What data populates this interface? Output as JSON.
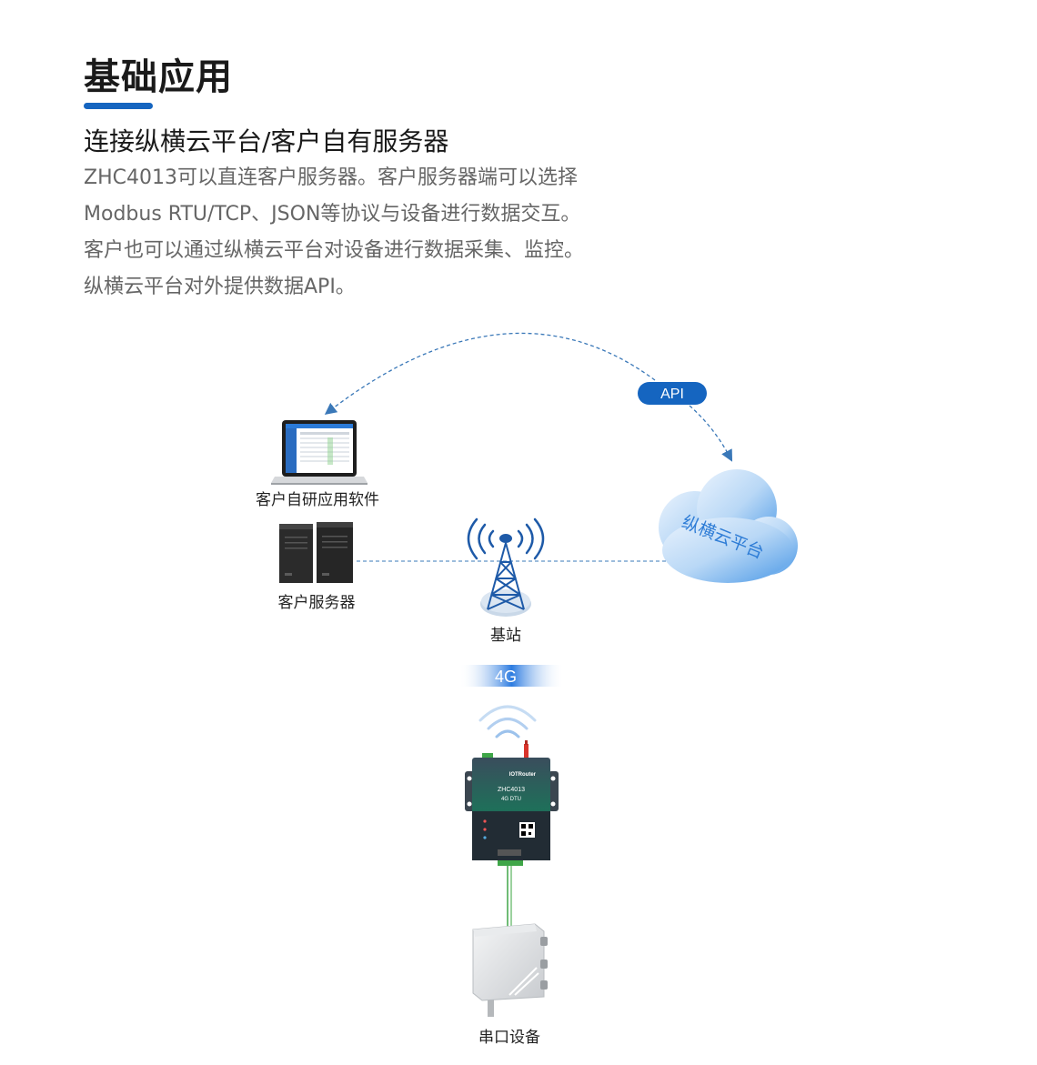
{
  "header": {
    "title": "基础应用",
    "subtitle": "连接纵横云平台/客户自有服务器",
    "description": [
      "ZHC4013可以直连客户服务器。客户服务器端可以选择",
      "Modbus RTU/TCP、JSON等协议与设备进行数据交互。",
      "客户也可以通过纵横云平台对设备进行数据采集、监控。",
      "纵横云平台对外提供数据API。"
    ]
  },
  "diagram": {
    "laptop_label": "客户自研应用软件",
    "server_label": "客户服务器",
    "tower_label": "基站",
    "cloud_label": "纵横云平台",
    "api_label": "API",
    "network_label": "4G",
    "device_brand": "IOTRouter",
    "device_model": "ZHC4013",
    "device_type": "4G  DTU",
    "serial_label": "串口设备",
    "colors": {
      "accent": "#1565c0",
      "cloud": "#5aa6ea",
      "dashed_line": "#3a78b8",
      "device_body": "#2a3a48",
      "antenna": "#d9342b"
    }
  }
}
